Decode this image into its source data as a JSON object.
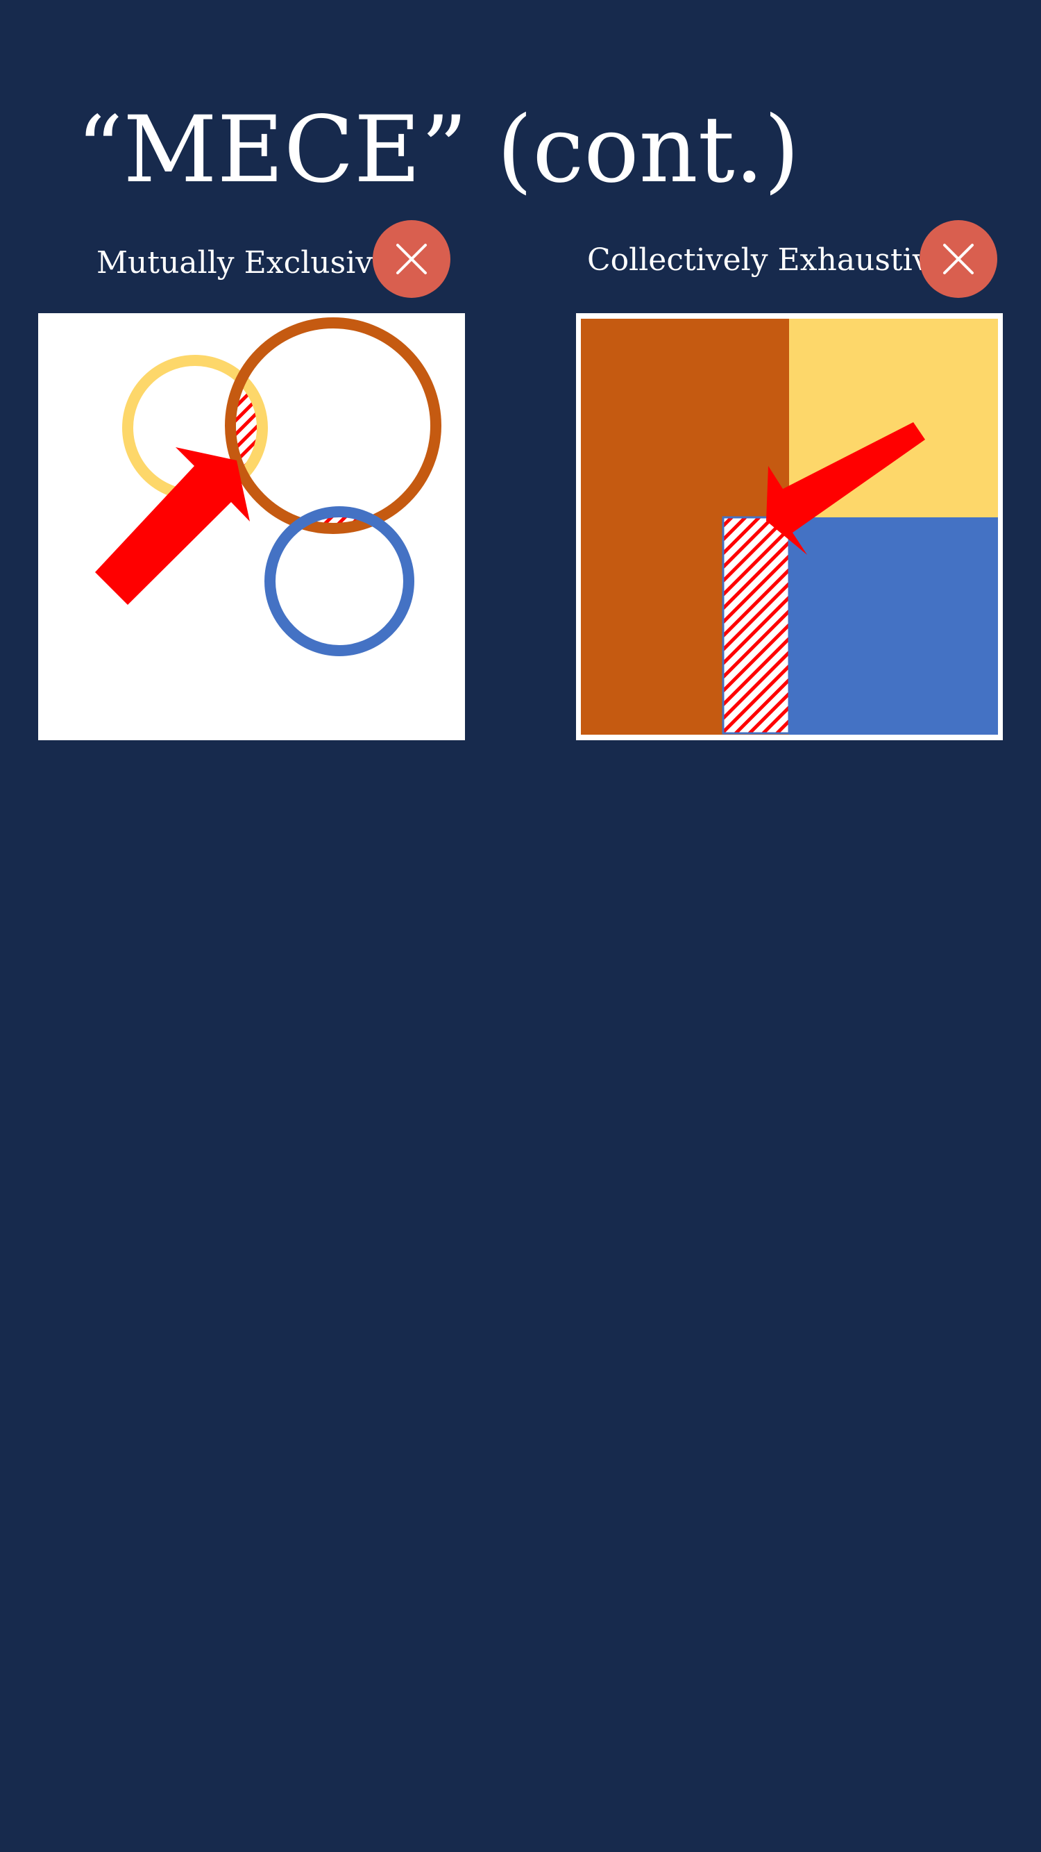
{
  "slide": {
    "title": "“MECE” (cont.)",
    "background_color": "#172a4d"
  },
  "left_section": {
    "label": "Mutually Exclusive",
    "badge_icon": "x-mark-icon",
    "badge_color": "#d95f4f",
    "diagram": "overlapping-circles",
    "colors": {
      "circle_yellow": "#fdd76a",
      "circle_orange": "#c55a11",
      "circle_blue": "#4472c4",
      "overlap_hatch": "#ff0000",
      "arrow": "#ff0000"
    }
  },
  "right_section": {
    "label": "Collectively Exhaustive",
    "badge_icon": "x-mark-icon",
    "badge_color": "#d95f4f",
    "diagram": "partitioned-square",
    "colors": {
      "region_orange": "#c55a11",
      "region_yellow": "#fdd76a",
      "region_blue": "#4472c4",
      "gap_hatch": "#ff0000",
      "arrow": "#ff0000"
    }
  }
}
